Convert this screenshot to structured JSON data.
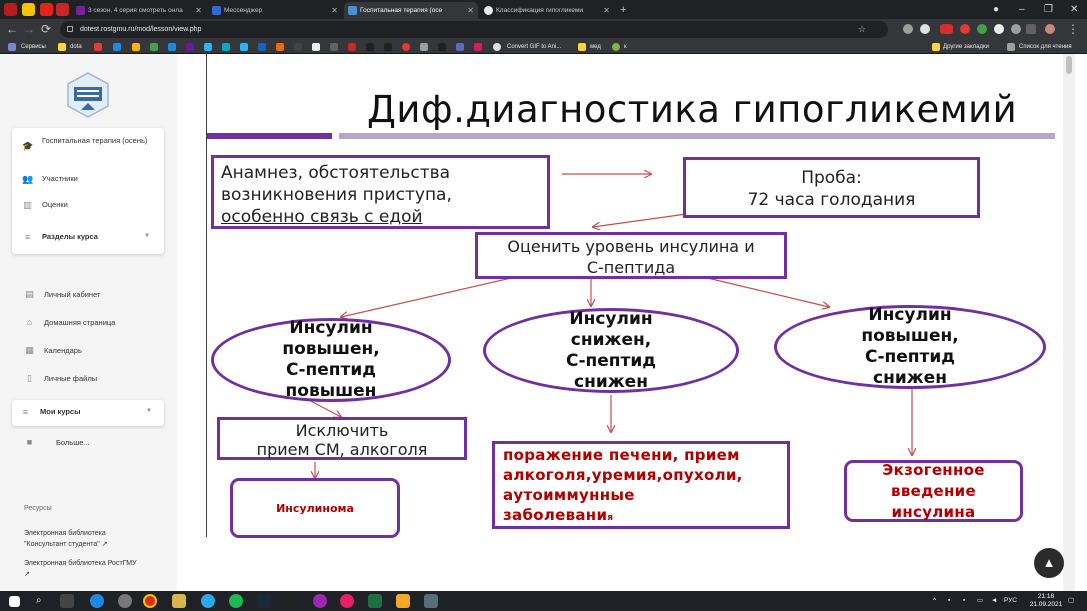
{
  "browser": {
    "tabs": [
      {
        "label": "3 сезон, 4 серия смотреть онла",
        "active": false
      },
      {
        "label": "Мессенджер",
        "active": false
      },
      {
        "label": "Госпитальная терапия (осе",
        "active": true
      },
      {
        "label": "Классификация гипогликеми",
        "active": false
      }
    ],
    "new_tab": "+",
    "window_controls": [
      "–",
      "❐",
      "✕"
    ],
    "url": "dotest.rostgmu.ru/mod/lesson/view.php",
    "bookmarks": [
      "Сервисы",
      "dota",
      "Convert GIF to Ani...",
      "мед",
      "к"
    ],
    "bookmarks_right": [
      "Другие закладки",
      "Список для чтения"
    ]
  },
  "sidebar": {
    "course_items": [
      {
        "icon": "graduation-cap-icon",
        "label": "Госпитальная терапия (осень)"
      },
      {
        "icon": "users-icon",
        "label": "Участники"
      },
      {
        "icon": "book-icon",
        "label": "Оценки"
      }
    ],
    "sections_label": "Разделы курса",
    "site_items": [
      {
        "icon": "id-card-icon",
        "label": "Личный кабинет"
      },
      {
        "icon": "home-icon",
        "label": "Домашняя страница"
      },
      {
        "icon": "calendar-icon",
        "label": "Календарь"
      },
      {
        "icon": "file-icon",
        "label": "Личные файлы"
      }
    ],
    "my_courses_label": "Мои курсы",
    "more_label": "Больше...",
    "resources_title": "Ресурсы",
    "resources": [
      "Электронная библиотека \"Консультант студента\"",
      "Электронная библиотека РостГМУ"
    ]
  },
  "slide": {
    "title": "Диф.диагностика гипогликемий",
    "anamnesis_line1": "Анамнез, обстоятельства",
    "anamnesis_line2": "возникновения приступа,",
    "anamnesis_line3": "особенно связь с едой",
    "probe_line1": "Проба:",
    "probe_line2": "72 часа голодания",
    "evaluate_line1": "Оценить уровень инсулина и",
    "evaluate_line2": "С-пептида",
    "oval1": [
      "Инсулин",
      "повышен,",
      "С-пептид",
      "повышен"
    ],
    "oval2": [
      "Инсулин",
      "снижен,",
      "С-пептид",
      "снижен"
    ],
    "oval3": [
      "Инсулин",
      "повышен,",
      "С-пептид",
      "снижен"
    ],
    "exclude_line1": "Исключить",
    "exclude_line2": "прием  СМ, алкоголя",
    "insulinoma": "Инсулинома",
    "liver": [
      "поражение печени, прием",
      "алкоголя,уремия,опухоли,",
      "аутоиммунные",
      "заболевани"
    ],
    "liver_tail": "я",
    "exogenous": [
      "Экзогенное",
      "введение",
      "инсулина"
    ],
    "colors": {
      "frame": "#7030a0",
      "arrow": "#c0504d",
      "result_text": "#b00000"
    }
  },
  "scroll_top_icon": "chevron-up-icon",
  "taskbar": {
    "lang": "РУС",
    "time": "21:18",
    "date": "21.09.2021"
  }
}
